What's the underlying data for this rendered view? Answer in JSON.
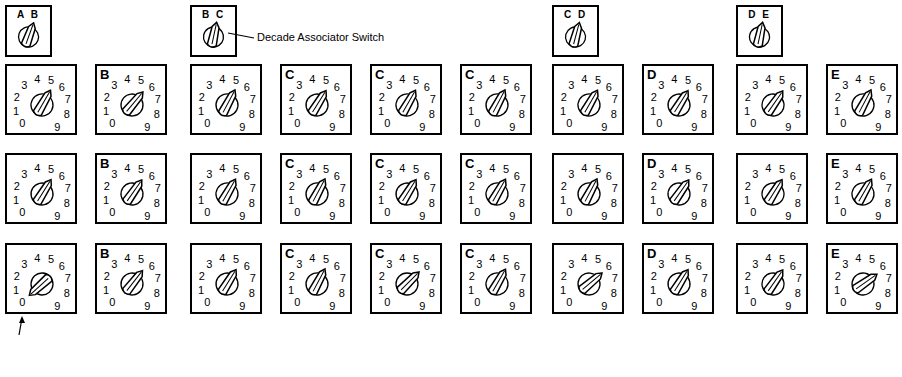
{
  "diagram": {
    "nodes": [
      {
        "text": [
          "A B"
        ]
      },
      {
        "text": [
          "B C"
        ]
      },
      {
        "text": [
          "C D"
        ]
      },
      {
        "text": [
          "D E"
        ]
      },
      {
        "text": [
          "0",
          "1",
          "2",
          "3",
          "4",
          "5",
          "6",
          "7",
          "8",
          "9"
        ]
      },
      {
        "text": [
          "B",
          "0",
          "1",
          "2",
          "3",
          "4",
          "5",
          "6",
          "7",
          "8",
          "9"
        ]
      },
      {
        "text": [
          "0",
          "1",
          "2",
          "3",
          "4",
          "5",
          "6",
          "7",
          "8",
          "9"
        ]
      },
      {
        "text": [
          "C",
          "0",
          "1",
          "2",
          "3",
          "4",
          "5",
          "6",
          "7",
          "8",
          "9"
        ]
      },
      {
        "text": [
          "C",
          "0",
          "1",
          "2",
          "3",
          "4",
          "5",
          "6",
          "7",
          "8",
          "9"
        ]
      },
      {
        "text": [
          "C",
          "0",
          "1",
          "2",
          "3",
          "4",
          "5",
          "6",
          "7",
          "8",
          "9"
        ]
      },
      {
        "text": [
          "0",
          "1",
          "2",
          "3",
          "4",
          "5",
          "6",
          "7",
          "8",
          "9"
        ]
      },
      {
        "text": [
          "D",
          "0",
          "1",
          "2",
          "3",
          "4",
          "5",
          "6",
          "7",
          "8",
          "9"
        ]
      },
      {
        "text": [
          "0",
          "1",
          "2",
          "3",
          "4",
          "5",
          "6",
          "7",
          "8",
          "9"
        ]
      },
      {
        "text": [
          "E",
          "0",
          "1",
          "2",
          "3",
          "4",
          "5",
          "6",
          "7",
          "8",
          "9"
        ]
      },
      {
        "text": [
          "0",
          "1",
          "2",
          "3",
          "4",
          "5",
          "6",
          "7",
          "8",
          "9"
        ]
      },
      {
        "text": [
          "B",
          "0",
          "1",
          "2",
          "3",
          "4",
          "5",
          "6",
          "7",
          "8",
          "9"
        ]
      },
      {
        "text": [
          "0",
          "1",
          "2",
          "3",
          "4",
          "5",
          "6",
          "7",
          "8",
          "9"
        ]
      },
      {
        "text": [
          "C",
          "0",
          "1",
          "2",
          "3",
          "4",
          "5",
          "6",
          "7",
          "8",
          "9"
        ]
      },
      {
        "text": [
          "C",
          "0",
          "1",
          "2",
          "3",
          "4",
          "5",
          "6",
          "7",
          "8",
          "9"
        ]
      },
      {
        "text": [
          "C",
          "0",
          "1",
          "2",
          "3",
          "4",
          "5",
          "6",
          "7",
          "8",
          "9"
        ]
      },
      {
        "text": [
          "0",
          "1",
          "2",
          "3",
          "4",
          "5",
          "6",
          "7",
          "8",
          "9"
        ]
      },
      {
        "text": [
          "D",
          "0",
          "1",
          "2",
          "3",
          "4",
          "5",
          "6",
          "7",
          "8",
          "9"
        ]
      },
      {
        "text": [
          "0",
          "1",
          "2",
          "3",
          "4",
          "5",
          "6",
          "7",
          "8",
          "9"
        ]
      },
      {
        "text": [
          "E",
          "0",
          "1",
          "2",
          "3",
          "4",
          "5",
          "6",
          "7",
          "8",
          "9"
        ]
      },
      {
        "text": [
          "0",
          "1",
          "2",
          "3",
          "4",
          "5",
          "6",
          "7",
          "8",
          "9"
        ]
      },
      {
        "text": [
          "B",
          "0",
          "1",
          "2",
          "3",
          "4",
          "5",
          "6",
          "7",
          "8",
          "9"
        ]
      },
      {
        "text": [
          "0",
          "1",
          "2",
          "3",
          "4",
          "5",
          "6",
          "7",
          "8",
          "9"
        ]
      },
      {
        "text": [
          "C",
          "0",
          "1",
          "2",
          "3",
          "4",
          "5",
          "6",
          "7",
          "8",
          "9"
        ]
      },
      {
        "text": [
          "C",
          "0",
          "1",
          "2",
          "3",
          "4",
          "5",
          "6",
          "7",
          "8",
          "9"
        ]
      },
      {
        "text": [
          "C",
          "0",
          "1",
          "2",
          "3",
          "4",
          "5",
          "6",
          "7",
          "8",
          "9"
        ]
      },
      {
        "text": [
          "0",
          "1",
          "2",
          "3",
          "4",
          "5",
          "6",
          "7",
          "8",
          "9"
        ]
      },
      {
        "text": [
          "D",
          "0",
          "1",
          "2",
          "3",
          "4",
          "5",
          "6",
          "7",
          "8",
          "9"
        ]
      },
      {
        "text": [
          "0",
          "1",
          "2",
          "3",
          "4",
          "5",
          "6",
          "7",
          "8",
          "9"
        ]
      },
      {
        "text": [
          "E",
          "0",
          "1",
          "2",
          "3",
          "4",
          "5",
          "6",
          "7",
          "8",
          "9"
        ]
      }
    ],
    "labels": [
      "Decade Associator Switch"
    ]
  }
}
